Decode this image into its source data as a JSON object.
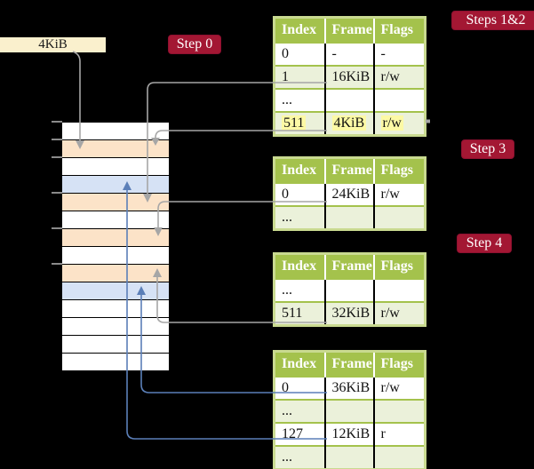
{
  "colors": {
    "background": "#000000",
    "table_header_green": "#a4c24c",
    "table_row_alt_green": "#ebf1da",
    "table_border_green": "#c9da90",
    "step_label_red": "#a31733",
    "frame_size_box_cream": "#faf0cd",
    "frame_peach": "#fce3c8",
    "frame_blue": "#d6e2f5",
    "frame_white": "#ffffff",
    "highlight_yellow": "#fcf9a5",
    "arrow_gray": "#a6a6a6",
    "arrow_blue": "#5b7fb8"
  },
  "frame_size_box": {
    "label": "4KiB"
  },
  "step_labels": {
    "step0": "Step 0",
    "steps_1_2": "Steps 1&2",
    "step3": "Step 3",
    "step4": "Step 4"
  },
  "physical_memory": {
    "rows": [
      {
        "fill": "white"
      },
      {
        "fill": "peach"
      },
      {
        "fill": "white"
      },
      {
        "fill": "blue"
      },
      {
        "fill": "peach"
      },
      {
        "fill": "white"
      },
      {
        "fill": "peach"
      },
      {
        "fill": "white"
      },
      {
        "fill": "peach"
      },
      {
        "fill": "blue"
      },
      {
        "fill": "white"
      },
      {
        "fill": "white"
      },
      {
        "fill": "white"
      },
      {
        "fill": "white"
      }
    ],
    "tick_ys": [
      136,
      156,
      176,
      216,
      256,
      296
    ]
  },
  "page_tables": [
    {
      "name": "page-table-steps-1-2",
      "headers": [
        "Index",
        "Frame",
        "Flags"
      ],
      "rows": [
        {
          "index": "0",
          "frame": "-",
          "flags": "-"
        },
        {
          "index": "1",
          "frame": "16KiB",
          "flags": "r/w"
        },
        {
          "index": "...",
          "frame": "",
          "flags": ""
        },
        {
          "index": "511",
          "frame": "4KiB",
          "flags": "r/w",
          "highlight_class": "highlight"
        }
      ]
    },
    {
      "name": "page-table-step-3",
      "headers": [
        "Index",
        "Frame",
        "Flags"
      ],
      "rows": [
        {
          "index": "0",
          "frame": "24KiB",
          "flags": "r/w"
        },
        {
          "index": "...",
          "frame": "",
          "flags": ""
        }
      ]
    },
    {
      "name": "page-table-step-4a",
      "headers": [
        "Index",
        "Frame",
        "Flags"
      ],
      "rows": [
        {
          "index": "...",
          "frame": "",
          "flags": ""
        },
        {
          "index": "511",
          "frame": "32KiB",
          "flags": "r/w"
        }
      ]
    },
    {
      "name": "page-table-step-4b",
      "headers": [
        "Index",
        "Frame",
        "Flags"
      ],
      "rows": [
        {
          "index": "0",
          "frame": "36KiB",
          "flags": "r/w"
        },
        {
          "index": "...",
          "frame": "",
          "flags": ""
        },
        {
          "index": "127",
          "frame": "12KiB",
          "flags": "r"
        },
        {
          "index": "...",
          "frame": "",
          "flags": ""
        }
      ]
    }
  ]
}
